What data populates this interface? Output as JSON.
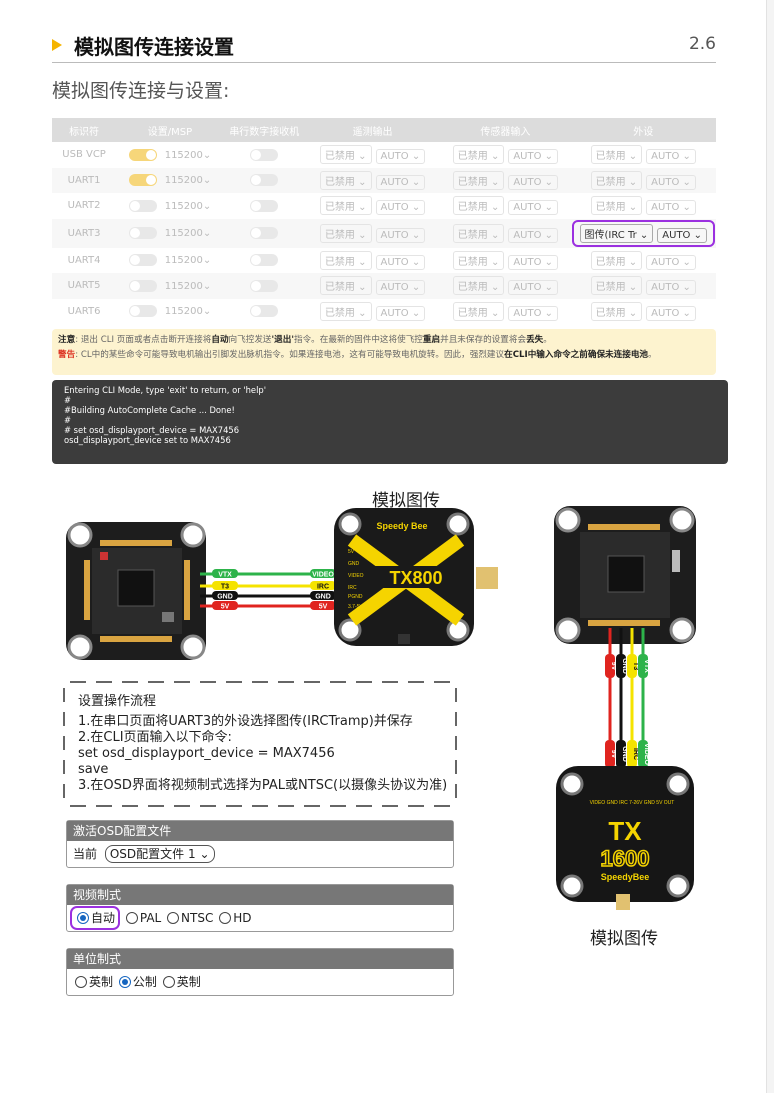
{
  "header": {
    "title": "模拟图传连接设置",
    "version": "2.6"
  },
  "subtitle": "模拟图传连接与设置:",
  "table": {
    "headers": [
      "标识符",
      "设置/MSP",
      "串行数字接收机",
      "遥测输出",
      "传感器输入",
      "外设"
    ],
    "rows": [
      {
        "id": "USB VCP",
        "msp_on": true,
        "baud": "115200",
        "tele": "已禁用",
        "tele_auto": "AUTO",
        "sens": "已禁用",
        "sens_auto": "AUTO",
        "peri": "已禁用",
        "peri_auto": "AUTO"
      },
      {
        "id": "UART1",
        "msp_on": true,
        "baud": "115200",
        "tele": "已禁用",
        "tele_auto": "AUTO",
        "sens": "已禁用",
        "sens_auto": "AUTO",
        "peri": "已禁用",
        "peri_auto": "AUTO"
      },
      {
        "id": "UART2",
        "msp_on": false,
        "baud": "115200",
        "tele": "已禁用",
        "tele_auto": "AUTO",
        "sens": "已禁用",
        "sens_auto": "AUTO",
        "peri": "已禁用",
        "peri_auto": "AUTO"
      },
      {
        "id": "UART3",
        "msp_on": false,
        "baud": "115200",
        "tele": "已禁用",
        "tele_auto": "AUTO",
        "sens": "已禁用",
        "sens_auto": "AUTO",
        "peri": "图传(IRC Tr",
        "peri_auto": "AUTO",
        "highlight": true
      },
      {
        "id": "UART4",
        "msp_on": false,
        "baud": "115200",
        "tele": "已禁用",
        "tele_auto": "AUTO",
        "sens": "已禁用",
        "sens_auto": "AUTO",
        "peri": "已禁用",
        "peri_auto": "AUTO"
      },
      {
        "id": "UART5",
        "msp_on": false,
        "baud": "115200",
        "tele": "已禁用",
        "tele_auto": "AUTO",
        "sens": "已禁用",
        "sens_auto": "AUTO",
        "peri": "已禁用",
        "peri_auto": "AUTO"
      },
      {
        "id": "UART6",
        "msp_on": false,
        "baud": "115200",
        "tele": "已禁用",
        "tele_auto": "AUTO",
        "sens": "已禁用",
        "sens_auto": "AUTO",
        "peri": "已禁用",
        "peri_auto": "AUTO"
      }
    ]
  },
  "notice": {
    "note_label": "注意",
    "note_a": ": 退出 CLI 页面或者点击断开连接将",
    "note_b": "自动",
    "note_c": "向飞控发送",
    "note_d": "'退出'",
    "note_e": "指令。在最新的固件中这将使飞控",
    "note_f": "重启",
    "note_g": "并且未保存的设置将会",
    "note_h": "丢失",
    "note_i": "。",
    "warn_label": "警告",
    "warn_a": ": CL中的某些命令可能导致电机输出引脚发出脉机指令。如果连接电池，这有可能导致电机旋转。因此，强烈建议",
    "warn_b": "在CLI中输入命令之前确保未连接电池",
    "warn_c": "。"
  },
  "cli": [
    "Entering CLI Mode, type 'exit' to return, or 'help'",
    "#",
    "#Building AutoComplete Cache ... Done!",
    "#",
    "# set osd_displayport_device = MAX7456",
    "osd_displayport_device set to MAX7456"
  ],
  "diagram": {
    "vtx_label_top": "模拟图传",
    "vtx_label_right": "模拟图传",
    "wire_labels_fc": [
      "VTX",
      "T3",
      "GND",
      "5V"
    ],
    "wire_labels_vtx": [
      "VIDEO",
      "IRC",
      "GND",
      "5V"
    ],
    "vtx_pads": [
      "5V",
      "GND",
      "VIDEO",
      "IRC",
      "PGND",
      "3.7-5V"
    ],
    "vtx_brand": "Speedy Bee",
    "vtx_model": "TX800",
    "right_wires_top": [
      "9V",
      "GND",
      "T3",
      "VTX"
    ],
    "right_wires_bottom": [
      "9V",
      "GND",
      "IRC",
      "VIDEO"
    ],
    "tx_pads": "VIDEO GND IRC 7-26V GND 5V OUT",
    "tx_big": "TX",
    "tx_num": "1600",
    "tx_brand": "SpeedyBee"
  },
  "steps": {
    "title": "设置操作流程",
    "lines": [
      "1.在串口页面将UART3的外设选择图传(IRCTramp)并保存",
      "2.在CLI页面输入以下命令:",
      "set osd_displayport_device = MAX7456",
      "save",
      "3.在OSD界面将视频制式选择为PAL或NTSC(以摄像头协议为准)"
    ]
  },
  "osd_profile": {
    "title": "激活OSD配置文件",
    "current_label": "当前",
    "select_value": "OSD配置文件 1"
  },
  "video_format": {
    "title": "视频制式",
    "options": [
      "自动",
      "PAL",
      "NTSC",
      "HD"
    ],
    "selected": 0
  },
  "units": {
    "title": "单位制式",
    "options": [
      "英制",
      "公制",
      "英制"
    ],
    "selected": 1
  },
  "colors": {
    "accent": "#f5b400",
    "highlight": "#9b30e0",
    "green": "#2db34a",
    "yellow": "#f5e300",
    "red": "#e0241f"
  }
}
